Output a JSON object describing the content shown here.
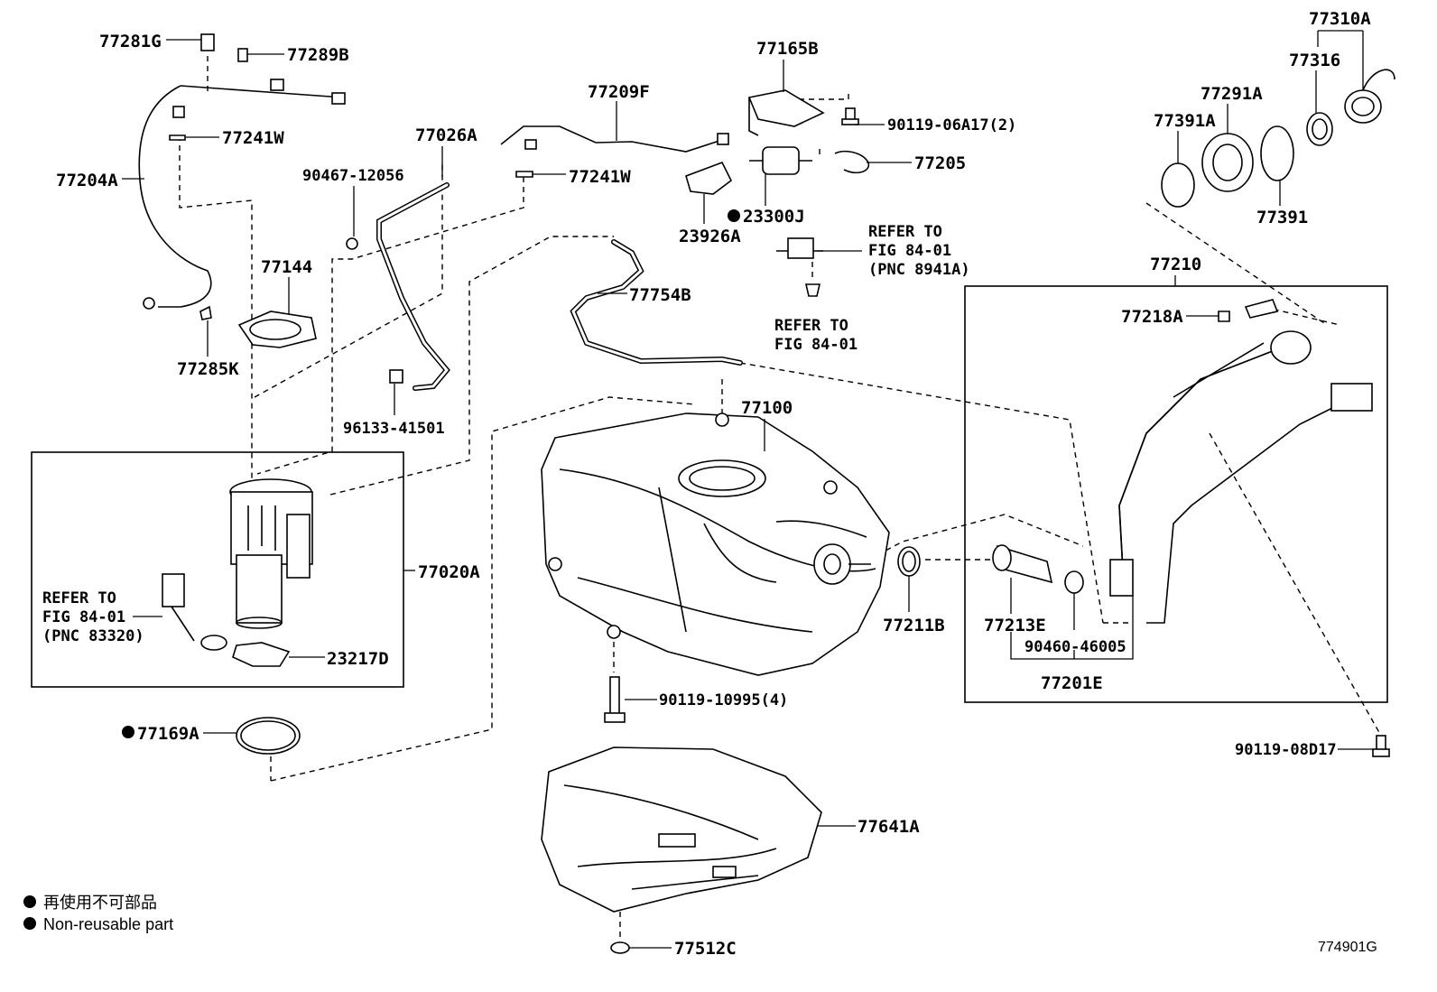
{
  "diagram_id": "774901G",
  "legend": {
    "jp": "再使用不可部品",
    "en": "Non-reusable part"
  },
  "parts": {
    "p77281G": "77281G",
    "p77289B": "77289B",
    "p77241W_a": "77241W",
    "p77204A": "77204A",
    "p77026A": "77026A",
    "p90467": "90467-12056",
    "p77144": "77144",
    "p77285K": "77285K",
    "p96133": "96133-41501",
    "p77209F": "77209F",
    "p77241W_b": "77241W",
    "p77165B": "77165B",
    "p90119_06A17": "90119-06A17(2)",
    "p77205": "77205",
    "p23300J": "23300J",
    "p23926A": "23926A",
    "p77754B": "77754B",
    "p77310A": "77310A",
    "p77316": "77316",
    "p77291A": "77291A",
    "p77391A": "77391A",
    "p77391": "77391",
    "p77210": "77210",
    "p77218A": "77218A",
    "p77100": "77100",
    "p77020A": "77020A",
    "p23217D": "23217D",
    "p77211B": "77211B",
    "p77213E": "77213E",
    "p90460": "90460-46005",
    "p77201E": "77201E",
    "p90119_10995": "90119-10995(4)",
    "p90119_08D17": "90119-08D17",
    "p77169A": "77169A",
    "p77641A": "77641A",
    "p77512C": "77512C"
  },
  "refs": {
    "r1": [
      "REFER TO",
      "FIG 84-01",
      "(PNC 8941A)"
    ],
    "r2": [
      "REFER TO",
      "FIG 84-01"
    ],
    "r3": [
      "REFER TO",
      "FIG 84-01",
      "(PNC 83320)"
    ]
  }
}
